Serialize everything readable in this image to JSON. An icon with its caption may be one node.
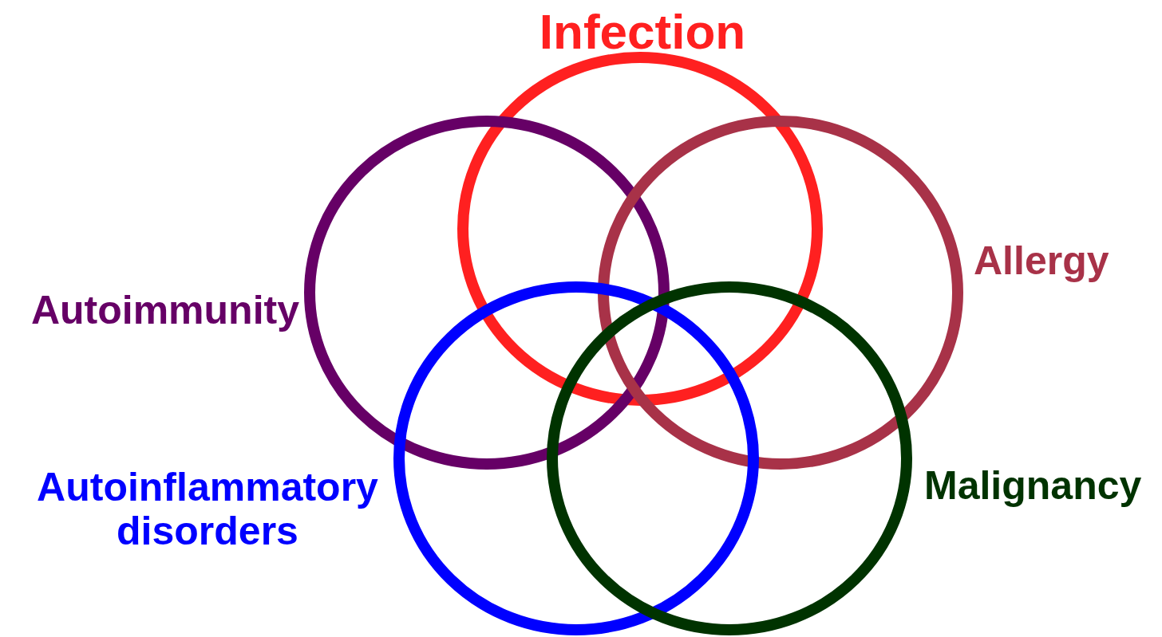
{
  "diagram": {
    "nodes": [
      {
        "text": [
          "Infection"
        ]
      },
      {
        "text": [
          "Autoimmunity"
        ]
      },
      {
        "text": [
          "Allergy"
        ]
      },
      {
        "text": [
          "Autoinflammatory disorders"
        ]
      },
      {
        "text": [
          "Malignancy"
        ]
      }
    ]
  }
}
